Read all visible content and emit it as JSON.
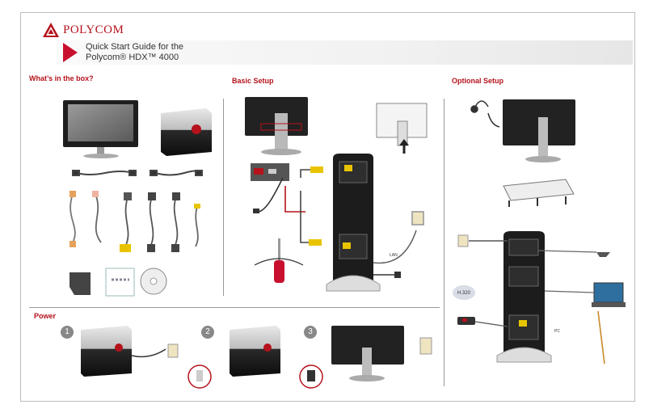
{
  "header": {
    "brand": "POLYCOM",
    "title_line1": "Quick Start Guide for the",
    "title_line2": "Polycom® HDX™ 4000"
  },
  "sections": {
    "box": "What’s in the box?",
    "basic": "Basic Setup",
    "optional": "Optional Setup",
    "power": "Power"
  },
  "power_steps": [
    "1",
    "2",
    "3"
  ],
  "labels": {
    "lan": "LAN",
    "h320": "H.320",
    "pc": "PC"
  },
  "colors": {
    "brand_red": "#b5121b",
    "device_black": "#1b1b1b",
    "connector_yellow": "#e8c400"
  }
}
